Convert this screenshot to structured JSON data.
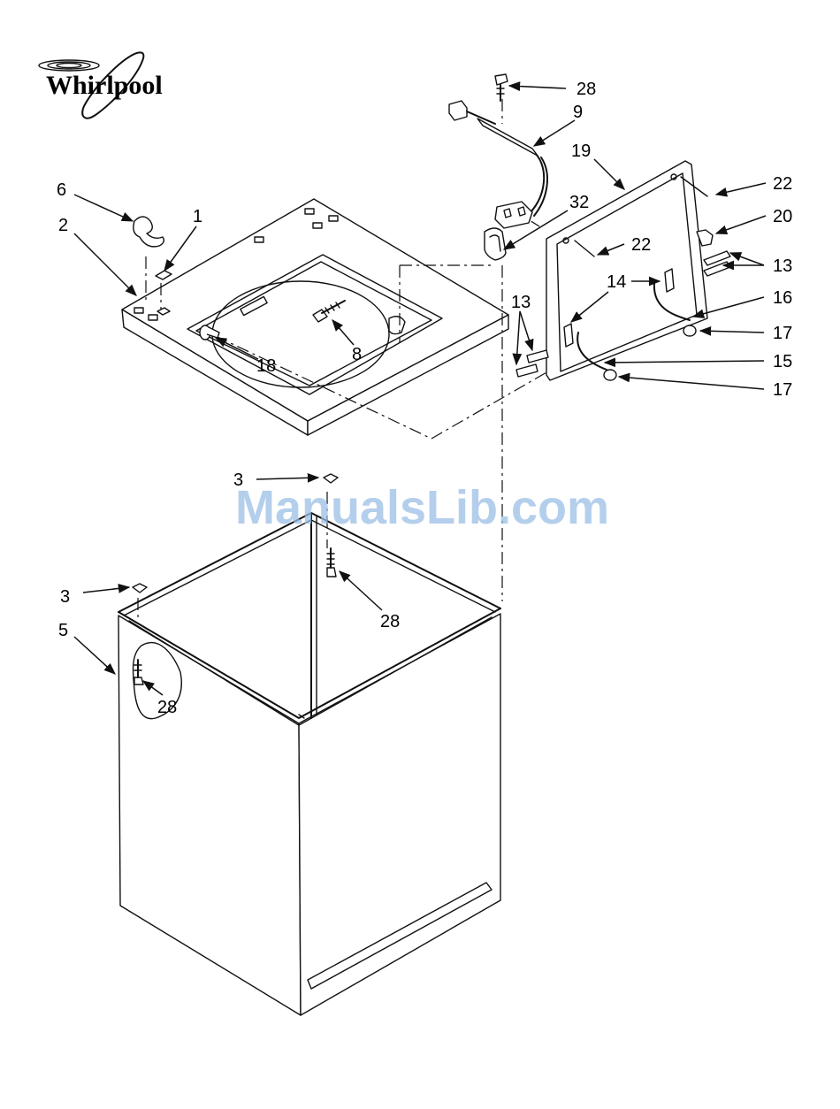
{
  "brand": {
    "name": "Whirlpool"
  },
  "watermark": "ManualsLib.com",
  "callouts": {
    "c28_top": "28",
    "c9": "9",
    "c19": "19",
    "c22_right": "22",
    "c20": "20",
    "c22_inner": "22",
    "c13_right": "13",
    "c14": "14",
    "c16": "16",
    "c17_upper": "17",
    "c15": "15",
    "c17_lower": "17",
    "c13_left": "13",
    "c32": "32",
    "c6": "6",
    "c1": "1",
    "c2": "2",
    "c8": "8",
    "c18": "18",
    "c3_upper": "3",
    "c28_mid": "28",
    "c3_lower": "3",
    "c5": "5",
    "c28_low": "28"
  }
}
